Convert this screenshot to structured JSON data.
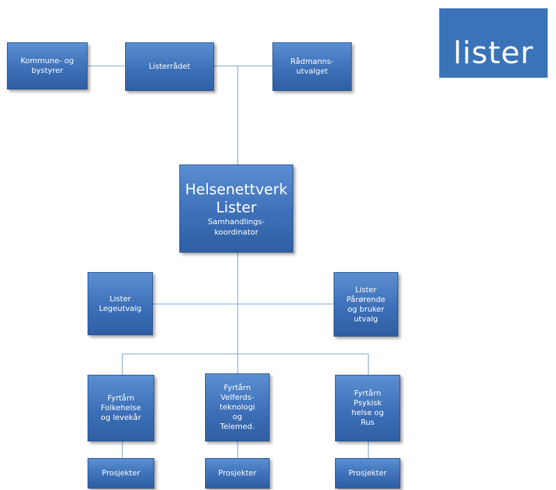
{
  "logo": {
    "text": "lister"
  },
  "nodes": {
    "kommune": {
      "line1": "Kommune- og",
      "line2": "bystyrer"
    },
    "listerradet": {
      "line1": "Listerrådet"
    },
    "radmanns": {
      "line1": "Rådmanns-",
      "line2": "utvalget"
    },
    "helsenettverk": {
      "title1": "Helsenettverk",
      "title2": "Lister",
      "sub1": "Samhandlings-",
      "sub2": "koordinator"
    },
    "legeutvalg": {
      "line1": "Lister",
      "line2": "Legeutvalg"
    },
    "parorende": {
      "line1": "Lister",
      "line2": "Pårørende",
      "line3": "og bruker",
      "line4": "utvalg"
    },
    "folkehelse": {
      "line1": "Fyrtårn",
      "line2": "Folkehelse",
      "line3": "og levekår"
    },
    "velferd": {
      "line1": "Fyrtårn",
      "line2": "Velferds-",
      "line3": "teknologi",
      "line4": "og",
      "line5": "Telemed."
    },
    "psykisk": {
      "line1": "Fyrtårn",
      "line2": "Psykisk",
      "line3": "helse og",
      "line4": "Rus"
    },
    "prosjekter1": {
      "line1": "Prosjekter"
    },
    "prosjekter2": {
      "line1": "Prosjekter"
    },
    "prosjekter3": {
      "line1": "Prosjekter"
    }
  },
  "colors": {
    "box_fill": "#3d70b8",
    "line": "#8fb0d8",
    "logo": "#3a73b8"
  }
}
